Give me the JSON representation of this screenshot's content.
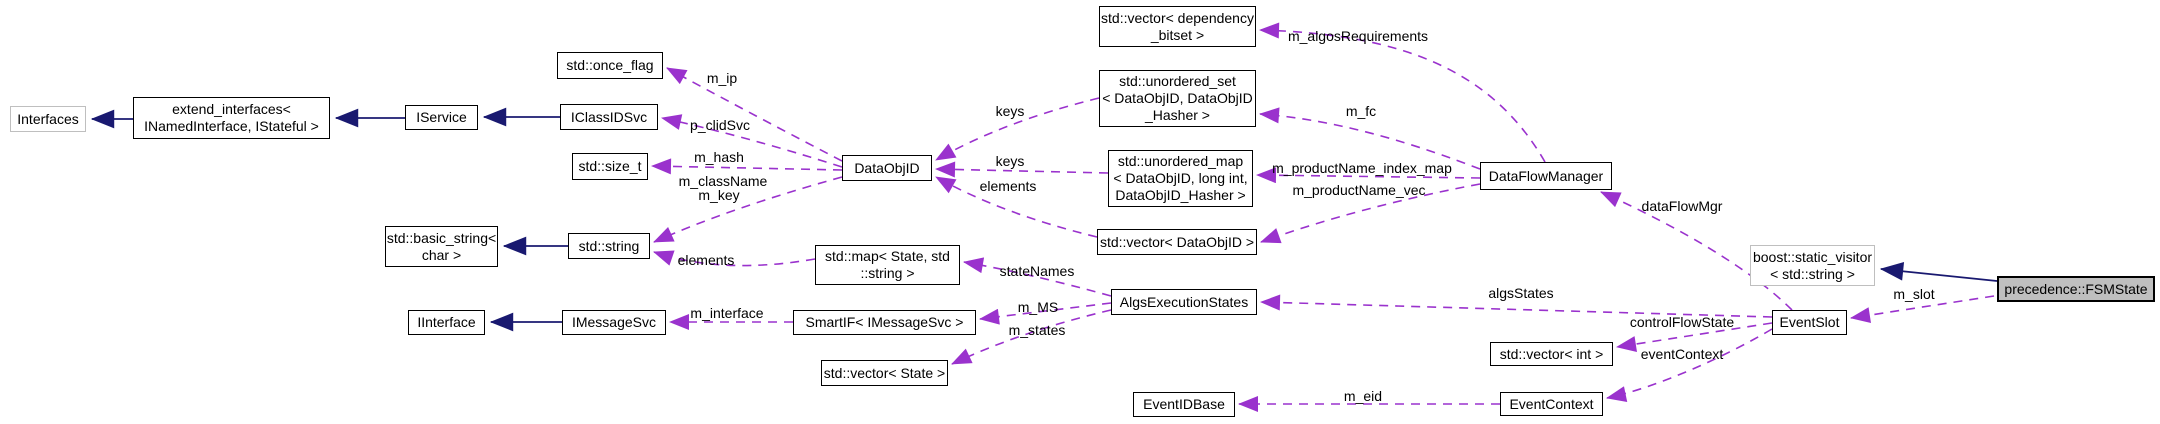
{
  "diagram": {
    "title": "precedence::FSMState collaboration graph",
    "background": "#ffffff",
    "colors": {
      "inheritance_edge": "#191970",
      "usage_edge": "#9a32cd",
      "node_border": "#000000",
      "external_node_border": "#bfbfbf",
      "selected_node_fill": "#bfbfbf",
      "node_fill": "#ffffff",
      "text": "#000000"
    },
    "nodes": [
      {
        "id": "interfaces",
        "kind": "external",
        "lines": [
          "Interfaces"
        ]
      },
      {
        "id": "extend_interfaces",
        "kind": "class",
        "lines": [
          "extend_interfaces<",
          "INamedInterface, IStateful >"
        ]
      },
      {
        "id": "iservice",
        "kind": "class",
        "lines": [
          "IService"
        ]
      },
      {
        "id": "iclassidsvc",
        "kind": "class",
        "lines": [
          "IClassIDSvc"
        ]
      },
      {
        "id": "once_flag",
        "kind": "class",
        "lines": [
          "std::once_flag"
        ]
      },
      {
        "id": "size_t",
        "kind": "class",
        "lines": [
          "std::size_t"
        ]
      },
      {
        "id": "dataobjid",
        "kind": "class",
        "lines": [
          "DataObjID"
        ]
      },
      {
        "id": "basic_string",
        "kind": "class",
        "lines": [
          "std::basic_string<",
          "char >"
        ]
      },
      {
        "id": "stdstring",
        "kind": "class",
        "lines": [
          "std::string"
        ]
      },
      {
        "id": "map_state",
        "kind": "class",
        "lines": [
          "std::map< State, std",
          "::string >"
        ]
      },
      {
        "id": "iinterface",
        "kind": "class",
        "lines": [
          "IInterface"
        ]
      },
      {
        "id": "imessagesvc",
        "kind": "class",
        "lines": [
          "IMessageSvc"
        ]
      },
      {
        "id": "smartif",
        "kind": "class",
        "lines": [
          "SmartIF< IMessageSvc >"
        ]
      },
      {
        "id": "vector_state",
        "kind": "class",
        "lines": [
          "std::vector< State >"
        ]
      },
      {
        "id": "algsexec",
        "kind": "class",
        "lines": [
          "AlgsExecutionStates"
        ]
      },
      {
        "id": "vec_depbitset",
        "kind": "class",
        "lines": [
          "std::vector< dependency",
          "_bitset >"
        ]
      },
      {
        "id": "unordered_set",
        "kind": "class",
        "lines": [
          "std::unordered_set",
          "< DataObjID, DataObjID",
          "_Hasher >"
        ]
      },
      {
        "id": "unordered_map",
        "kind": "class",
        "lines": [
          "std::unordered_map",
          "< DataObjID, long int,",
          "DataObjID_Hasher >"
        ]
      },
      {
        "id": "vec_dataobjid",
        "kind": "class",
        "lines": [
          "std::vector< DataObjID >"
        ]
      },
      {
        "id": "dataflowmgr",
        "kind": "class",
        "lines": [
          "DataFlowManager"
        ]
      },
      {
        "id": "static_visitor",
        "kind": "external",
        "lines": [
          "boost::static_visitor",
          "< std::string >"
        ]
      },
      {
        "id": "fsmstate",
        "kind": "selected",
        "lines": [
          "precedence::FSMState"
        ]
      },
      {
        "id": "eventslot",
        "kind": "class",
        "lines": [
          "EventSlot"
        ]
      },
      {
        "id": "vector_int",
        "kind": "class",
        "lines": [
          "std::vector< int >"
        ]
      },
      {
        "id": "eventcontext",
        "kind": "class",
        "lines": [
          "EventContext"
        ]
      },
      {
        "id": "eventidbase",
        "kind": "class",
        "lines": [
          "EventIDBase"
        ]
      }
    ],
    "edges": [
      {
        "from": "extend_interfaces",
        "to": "interfaces",
        "type": "inheritance",
        "labels": []
      },
      {
        "from": "iservice",
        "to": "extend_interfaces",
        "type": "inheritance",
        "labels": []
      },
      {
        "from": "iclassidsvc",
        "to": "iservice",
        "type": "inheritance",
        "labels": []
      },
      {
        "from": "stdstring",
        "to": "basic_string",
        "type": "inheritance",
        "labels": []
      },
      {
        "from": "imessagesvc",
        "to": "iinterface",
        "type": "inheritance",
        "labels": []
      },
      {
        "from": "fsmstate",
        "to": "static_visitor",
        "type": "inheritance",
        "labels": []
      },
      {
        "from": "dataobjid",
        "to": "once_flag",
        "type": "usage",
        "labels": [
          "m_ip"
        ]
      },
      {
        "from": "dataobjid",
        "to": "iclassidsvc",
        "type": "usage",
        "labels": [
          "p_clidSvc"
        ]
      },
      {
        "from": "dataobjid",
        "to": "size_t",
        "type": "usage",
        "labels": [
          "m_hash"
        ]
      },
      {
        "from": "dataobjid",
        "to": "stdstring",
        "type": "usage",
        "labels": [
          "m_className",
          "m_key"
        ]
      },
      {
        "from": "unordered_set",
        "to": "dataobjid",
        "type": "usage",
        "labels": [
          "keys"
        ]
      },
      {
        "from": "unordered_map",
        "to": "dataobjid",
        "type": "usage",
        "labels": [
          "keys"
        ]
      },
      {
        "from": "vec_dataobjid",
        "to": "dataobjid",
        "type": "usage",
        "labels": [
          "elements"
        ]
      },
      {
        "from": "map_state",
        "to": "stdstring",
        "type": "usage",
        "labels": [
          "elements"
        ]
      },
      {
        "from": "smartif",
        "to": "imessagesvc",
        "type": "usage",
        "labels": [
          "m_interface"
        ]
      },
      {
        "from": "algsexec",
        "to": "map_state",
        "type": "usage",
        "labels": [
          "stateNames"
        ]
      },
      {
        "from": "algsexec",
        "to": "smartif",
        "type": "usage",
        "labels": [
          "m_MS"
        ]
      },
      {
        "from": "algsexec",
        "to": "vector_state",
        "type": "usage",
        "labels": [
          "m_states"
        ]
      },
      {
        "from": "dataflowmgr",
        "to": "vec_depbitset",
        "type": "usage",
        "labels": [
          "m_algosRequirements"
        ]
      },
      {
        "from": "dataflowmgr",
        "to": "unordered_set",
        "type": "usage",
        "labels": [
          "m_fc"
        ]
      },
      {
        "from": "dataflowmgr",
        "to": "unordered_map",
        "type": "usage",
        "labels": [
          "m_productName_index_map"
        ]
      },
      {
        "from": "dataflowmgr",
        "to": "vec_dataobjid",
        "type": "usage",
        "labels": [
          "m_productName_vec"
        ]
      },
      {
        "from": "eventslot",
        "to": "dataflowmgr",
        "type": "usage",
        "labels": [
          "dataFlowMgr"
        ]
      },
      {
        "from": "eventslot",
        "to": "algsexec",
        "type": "usage",
        "labels": [
          "algsStates"
        ]
      },
      {
        "from": "eventslot",
        "to": "vector_int",
        "type": "usage",
        "labels": [
          "controlFlowState"
        ]
      },
      {
        "from": "eventslot",
        "to": "eventcontext",
        "type": "usage",
        "labels": [
          "eventContext"
        ]
      },
      {
        "from": "fsmstate",
        "to": "eventslot",
        "type": "usage",
        "labels": [
          "m_slot"
        ]
      },
      {
        "from": "eventcontext",
        "to": "eventidbase",
        "type": "usage",
        "labels": [
          "m_eid"
        ]
      }
    ]
  }
}
